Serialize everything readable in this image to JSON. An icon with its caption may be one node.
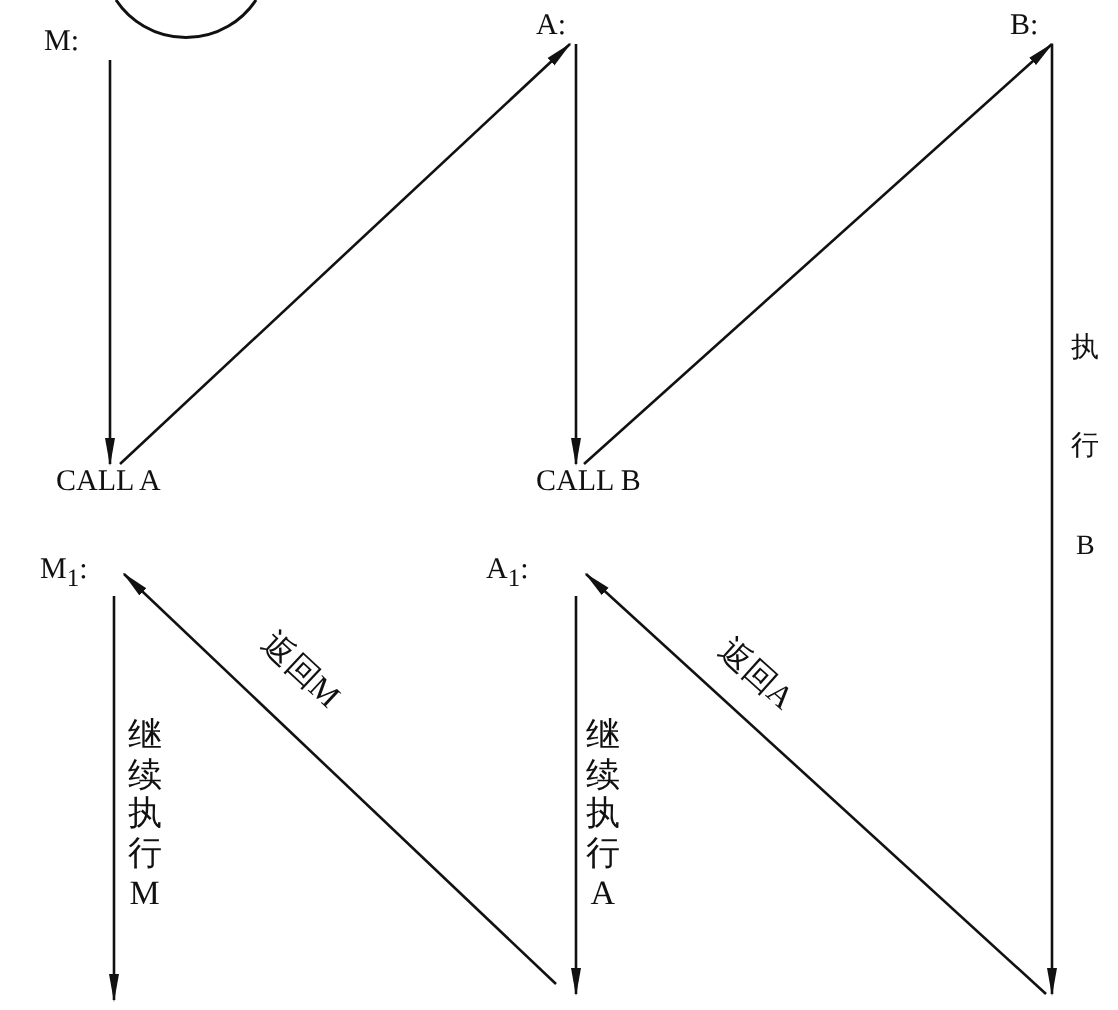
{
  "diagram": {
    "nodes": [
      {
        "text": [
          "M:"
        ]
      },
      {
        "text": [
          "CALL A"
        ]
      },
      {
        "text": [
          "A:"
        ]
      },
      {
        "text": [
          "CALL B"
        ]
      },
      {
        "text": [
          "B:"
        ]
      },
      {
        "text": [
          "M$_{1}$:"
        ]
      },
      {
        "text": [
          "A$_{1}$:"
        ]
      }
    ],
    "edges": [
      {
        "from": 0,
        "to": 1,
        "arrow": "to"
      },
      {
        "from": 1,
        "to": 2,
        "arrow": "to"
      },
      {
        "from": 2,
        "to": 3,
        "arrow": "to"
      },
      {
        "from": 3,
        "to": 4,
        "arrow": "to"
      },
      {
        "from": 4,
        "to": null,
        "arrow": "to",
        "label": "执行B"
      },
      {
        "from": null,
        "to": 5,
        "arrow": "to",
        "label": "返回M"
      },
      {
        "from": null,
        "to": 6,
        "arrow": "to",
        "label": "返回A"
      },
      {
        "from": 5,
        "to": null,
        "arrow": "to",
        "label": "继续执行M"
      },
      {
        "from": 6,
        "to": null,
        "arrow": "to",
        "label": "继续执行A"
      }
    ]
  }
}
